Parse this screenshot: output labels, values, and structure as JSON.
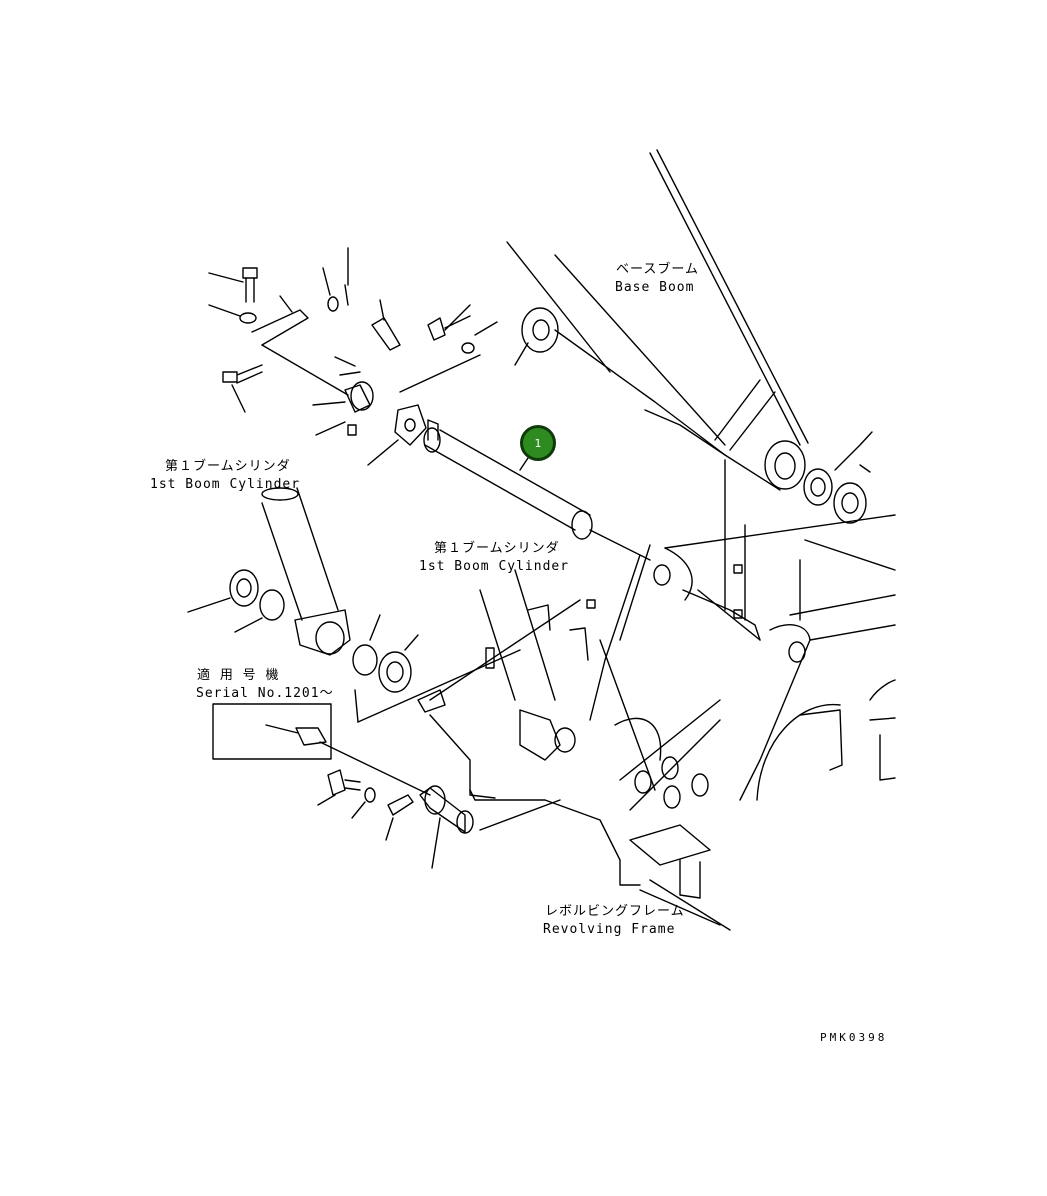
{
  "labels": {
    "base_boom_jp": "ベースブーム",
    "base_boom_en": "Base Boom",
    "cyl_left_jp": "第１ブームシリンダ",
    "cyl_left_en": "1st Boom Cylinder",
    "cyl_center_jp": "第１ブームシリンダ",
    "cyl_center_en": "1st Boom Cylinder",
    "serial_jp": "適 用 号 機",
    "serial_en": "Serial No.1201～",
    "frame_jp": "レボルビングフレーム",
    "frame_en": "Revolving Frame",
    "drawing_code": "PMK0398"
  },
  "callout": {
    "number": "1",
    "color": "#2e8b1f"
  }
}
